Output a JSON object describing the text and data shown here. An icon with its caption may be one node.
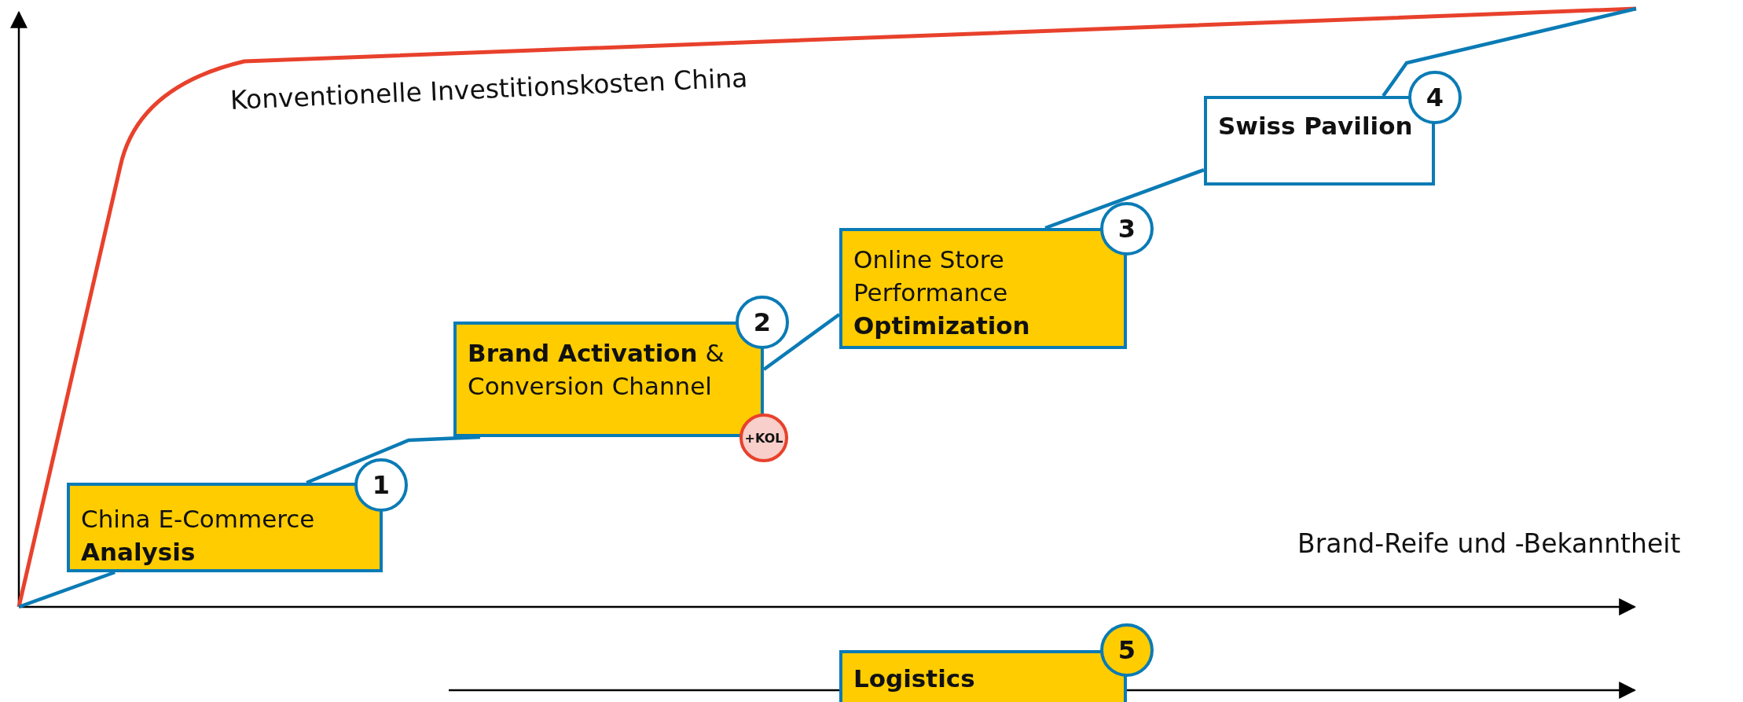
{
  "diagram": {
    "nodes": [
      {
        "text": [
          "China E-Commerce **Analysis**"
        ]
      },
      {
        "text": [
          "1"
        ]
      },
      {
        "text": [
          "**Brand Activation** & Conversion Channel"
        ]
      },
      {
        "text": [
          "2"
        ]
      },
      {
        "text": [
          "+KOL"
        ]
      },
      {
        "text": [
          "Online Store Performance **Optimization**"
        ]
      },
      {
        "text": [
          "3"
        ]
      },
      {
        "text": [
          "Swiss Pavilion"
        ]
      },
      {
        "text": [
          "4"
        ]
      },
      {
        "text": [
          "Logistics"
        ]
      },
      {
        "text": [
          "5"
        ]
      }
    ],
    "edges": [
      {
        "from": null,
        "to": 0,
        "arrow": "none"
      },
      {
        "from": 0,
        "to": 2,
        "arrow": "none"
      },
      {
        "from": 2,
        "to": 5,
        "arrow": "none"
      },
      {
        "from": 5,
        "to": 7,
        "arrow": "none"
      },
      {
        "from": 7,
        "to": null,
        "arrow": "none"
      },
      {
        "from": null,
        "to": 9,
        "arrow": "none",
        "color": "#000000"
      },
      {
        "from": 9,
        "to": null,
        "arrow": "to",
        "color": "#000000"
      }
    ],
    "labels": [
      "Konventionelle Investitionskosten China",
      "Brand-Reife und -Bekanntheit"
    ]
  }
}
